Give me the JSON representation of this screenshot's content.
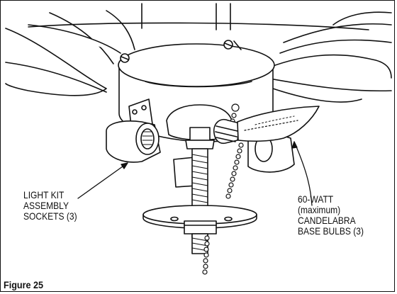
{
  "labels": {
    "sockets": "LIGHT KIT\nASSEMBLY\nSOCKETS (3)",
    "bulbs": "60-WATT\n(maximum)\nCANDELABRA\nBASE BULBS (3)"
  },
  "caption": "Figure 25",
  "colors": {
    "line": "#111111",
    "fill": "#ffffff"
  }
}
